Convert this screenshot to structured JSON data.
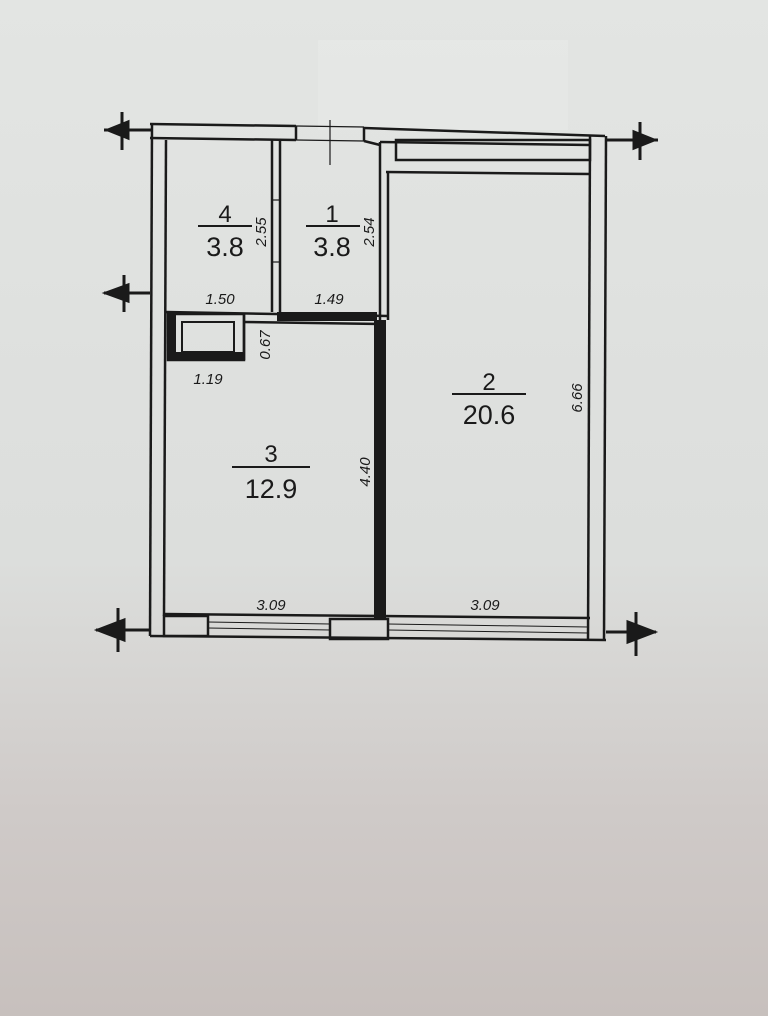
{
  "rooms": [
    {
      "number": "4",
      "area": "3.8"
    },
    {
      "number": "1",
      "area": "3.8"
    },
    {
      "number": "3",
      "area": "12.9"
    },
    {
      "number": "2",
      "area": "20.6"
    }
  ],
  "dimensions": {
    "room4_height": "2.55",
    "room1_height": "2.54",
    "room4_width": "1.50",
    "room1_width": "1.49",
    "shaft_depth": "0.67",
    "shaft_width": "1.19",
    "room3_depth": "4.40",
    "room2_depth": "6.66",
    "room3_width": "3.09",
    "room2_width": "3.09"
  }
}
